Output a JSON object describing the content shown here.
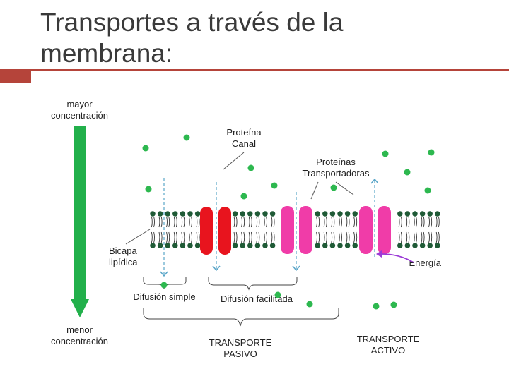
{
  "slide": {
    "title_line1": "Transportes a través de la",
    "title_line2": "membrana:"
  },
  "labels": {
    "high_line1": "mayor",
    "high_line2": "concentración",
    "low_line1": "menor",
    "low_line2": "concentración",
    "channel_line1": "Proteína",
    "channel_line2": "Canal",
    "carriers_line1": "Proteínas",
    "carriers_line2": "Transportadoras",
    "bilayer_line1": "Bicapa",
    "bilayer_line2": "lipídica",
    "energy": "Energía",
    "simple_diffusion": "Difusión simple",
    "facilitated_diffusion": "Difusión facilitada",
    "passive_line1": "TRANSPORTE",
    "passive_line2": "PASIVO",
    "active_line1": "TRANSPORTE",
    "active_line2": "ACTIVO"
  },
  "colors": {
    "accent": "#b5443a",
    "gradient_arrow": "#22b04b",
    "molecule": "#2db84f",
    "lipid_head": "#1f5a36",
    "channel_protein": "#e8141e",
    "carrier_protein": "#f03ca8",
    "energy_arrow": "#9b3bd6"
  }
}
